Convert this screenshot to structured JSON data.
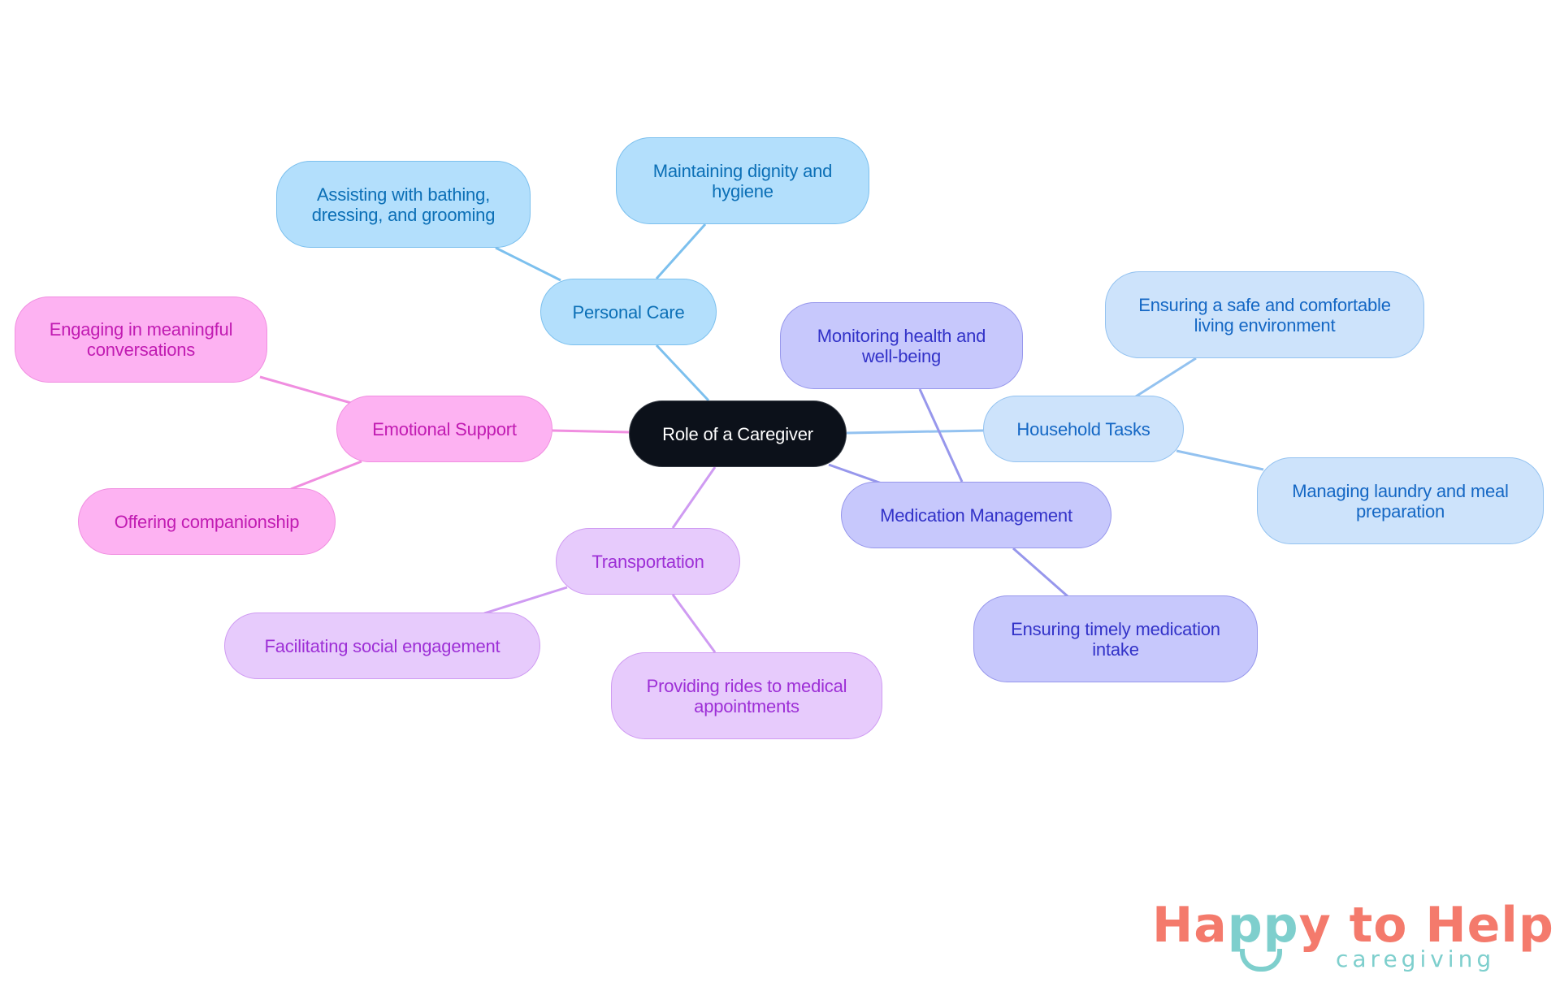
{
  "mindmap": {
    "root": {
      "label": "Role of a Caregiver",
      "color": "#0c111a"
    },
    "branches": [
      {
        "label": "Personal Care",
        "color": "#b3dffc",
        "children": [
          "Assisting with bathing, dressing, and grooming",
          "Maintaining dignity and hygiene"
        ]
      },
      {
        "label": "Emotional Support",
        "color": "#fdb2f2",
        "children": [
          "Engaging in meaningful conversations",
          "Offering companionship"
        ]
      },
      {
        "label": "Transportation",
        "color": "#e7cbfc",
        "children": [
          "Facilitating social engagement",
          "Providing rides to medical appointments"
        ]
      },
      {
        "label": "Medication Management",
        "color": "#c7c8fc",
        "children": [
          "Monitoring health and well-being",
          "Ensuring timely medication intake"
        ]
      },
      {
        "label": "Household Tasks",
        "color": "#cde3fb",
        "children": [
          "Ensuring a safe and comfortable living environment",
          "Managing laundry and meal preparation"
        ]
      }
    ]
  },
  "logo": {
    "part1": "Ha",
    "part2": "pp",
    "part3": "y to Help",
    "subtitle": "caregiving",
    "colors": {
      "coral": "#f47a6c",
      "teal": "#7ecfcd"
    }
  }
}
